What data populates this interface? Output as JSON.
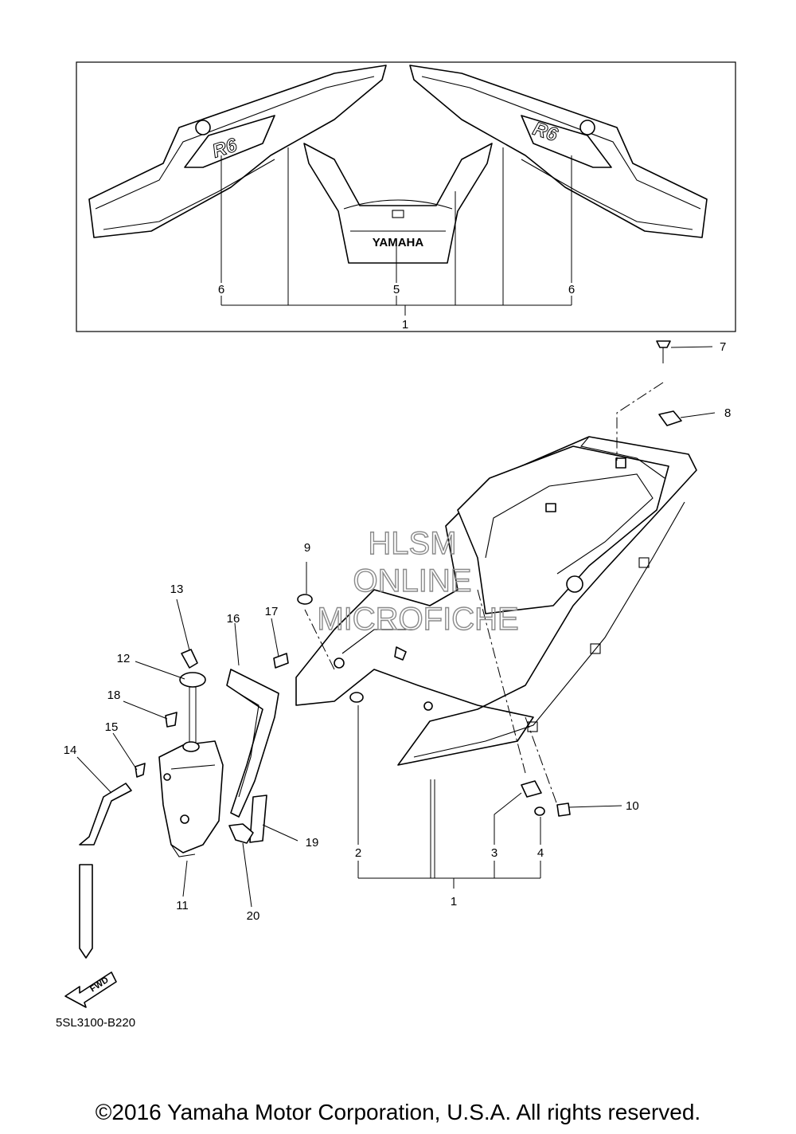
{
  "callouts": {
    "inset_1": "1",
    "inset_5": "5",
    "inset_6_left": "6",
    "inset_6_right": "6",
    "n7": "7",
    "n8": "8",
    "n9": "9",
    "n10": "10",
    "n11": "11",
    "n12": "12",
    "n13": "13",
    "n14": "14",
    "n15": "15",
    "n16": "16",
    "n17": "17",
    "n18": "18",
    "n19": "19",
    "n20": "20",
    "main_1": "1",
    "main_2": "2",
    "main_3": "3",
    "main_4": "4"
  },
  "decal_text": {
    "brand": "YAMAHA",
    "model_badge": "R6"
  },
  "watermark": {
    "line1": "HLSM",
    "line2": "ONLINE",
    "line3": "MICROFICHE"
  },
  "fwd_label": "FWD",
  "diagram_code": "5SL3100-B220",
  "copyright": "©2016 Yamaha Motor Corporation, U.S.A. All rights reserved."
}
